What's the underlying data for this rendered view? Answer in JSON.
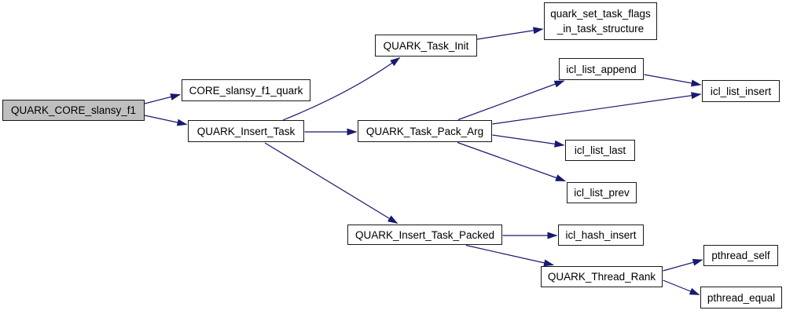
{
  "diagram": {
    "type": "call-graph",
    "root_function": "QUARK_CORE_slansy_f1",
    "background_color": "#ffffff",
    "edge_color": "#191970",
    "node_border_color": "#1a1a1a",
    "node_fill_color": "#ffffff",
    "highlight_fill_color": "#bfbfbf",
    "text_color": "#000000"
  },
  "nodes": {
    "quark_core_slansy_f1": {
      "label": "QUARK_CORE_slansy_f1",
      "highlighted": true
    },
    "core_slansy_f1_quark": {
      "label": "CORE_slansy_f1_quark"
    },
    "quark_insert_task": {
      "label": "QUARK_Insert_Task"
    },
    "quark_task_init": {
      "label": "QUARK_Task_Init"
    },
    "quark_set_task_flags": {
      "label_line1": "quark_set_task_flags",
      "label_line2": "_in_task_structure"
    },
    "icl_list_append": {
      "label": "icl_list_append"
    },
    "icl_list_insert": {
      "label": "icl_list_insert"
    },
    "quark_task_pack_arg": {
      "label": "QUARK_Task_Pack_Arg"
    },
    "icl_list_last": {
      "label": "icl_list_last"
    },
    "icl_list_prev": {
      "label": "icl_list_prev"
    },
    "quark_insert_task_packed": {
      "label": "QUARK_Insert_Task_Packed"
    },
    "icl_hash_insert": {
      "label": "icl_hash_insert"
    },
    "quark_thread_rank": {
      "label": "QUARK_Thread_Rank"
    },
    "pthread_self": {
      "label": "pthread_self"
    },
    "pthread_equal": {
      "label": "pthread_equal"
    }
  },
  "edges": [
    {
      "from": "QUARK_CORE_slansy_f1",
      "to": "CORE_slansy_f1_quark"
    },
    {
      "from": "QUARK_CORE_slansy_f1",
      "to": "QUARK_Insert_Task"
    },
    {
      "from": "QUARK_Insert_Task",
      "to": "QUARK_Task_Init"
    },
    {
      "from": "QUARK_Insert_Task",
      "to": "QUARK_Task_Pack_Arg"
    },
    {
      "from": "QUARK_Insert_Task",
      "to": "QUARK_Insert_Task_Packed"
    },
    {
      "from": "QUARK_Task_Init",
      "to": "quark_set_task_flags_in_task_structure"
    },
    {
      "from": "QUARK_Task_Pack_Arg",
      "to": "icl_list_append"
    },
    {
      "from": "QUARK_Task_Pack_Arg",
      "to": "icl_list_insert"
    },
    {
      "from": "QUARK_Task_Pack_Arg",
      "to": "icl_list_last"
    },
    {
      "from": "QUARK_Task_Pack_Arg",
      "to": "icl_list_prev"
    },
    {
      "from": "icl_list_append",
      "to": "icl_list_insert"
    },
    {
      "from": "QUARK_Insert_Task_Packed",
      "to": "icl_hash_insert"
    },
    {
      "from": "QUARK_Insert_Task_Packed",
      "to": "QUARK_Thread_Rank"
    },
    {
      "from": "QUARK_Thread_Rank",
      "to": "pthread_self"
    },
    {
      "from": "QUARK_Thread_Rank",
      "to": "pthread_equal"
    }
  ]
}
